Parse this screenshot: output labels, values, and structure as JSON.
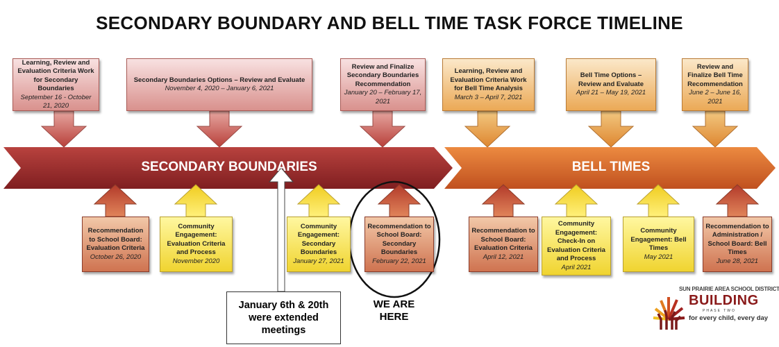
{
  "title": "SECONDARY BOUNDARY AND BELL TIME TASK FORCE TIMELINE",
  "bands": {
    "secondary": "SECONDARY BOUNDARIES",
    "bell": "BELL TIMES"
  },
  "top": [
    {
      "title": "Learning, Review and Evaluation Criteria Work for Secondary Boundaries",
      "date": "September 16 - October 21, 2020"
    },
    {
      "title": "Secondary Boundaries Options – Review and Evaluate",
      "date": "November 4, 2020 – January 6, 2021"
    },
    {
      "title": "Review and Finalize Secondary Boundaries Recommendation",
      "date": "January 20 – February 17, 2021"
    },
    {
      "title": "Learning, Review and Evaluation Criteria Work for Bell Time Analysis",
      "date": "March 3 – April 7, 2021"
    },
    {
      "title": "Bell Time Options – Review and Evaluate",
      "date": "April 21 – May 19, 2021"
    },
    {
      "title": "Review and Finalize Bell Time Recommendation",
      "date": "June 2 – June 16, 2021"
    }
  ],
  "bottom": [
    {
      "title": "Recommendation to School Board: Evaluation Criteria",
      "date": "October 26, 2020"
    },
    {
      "title": "Community Engagement: Evaluation Criteria and Process",
      "date": "November 2020"
    },
    {
      "title": "Community Engagement: Secondary Boundaries",
      "date": "January 27, 2021"
    },
    {
      "title": "Recommendation to School Board: Secondary Boundaries",
      "date": "February 22, 2021"
    },
    {
      "title": "Recommendation to School Board: Evaluation Criteria",
      "date": "April 12, 2021"
    },
    {
      "title": "Community Engagement: Check-In on Evaluation Criteria and Process",
      "date": "April 2021"
    },
    {
      "title": "Community Engagement: Bell Times",
      "date": "May 2021"
    },
    {
      "title": "Recommendation to Administration / School Board: Bell Times",
      "date": "June 28, 2021"
    }
  ],
  "callout": "January 6th & 20th were extended meetings",
  "we_are_here": "WE ARE HERE",
  "logo": {
    "district": "SUN PRAIRIE AREA SCHOOL DISTRICT",
    "name": "BUILDING",
    "phase": "PHASE TWO",
    "tagline": "for every child, every day"
  },
  "colors": {
    "secondary": "#9b2a2a",
    "bell": "#d9652a",
    "red_box": "#cf7350",
    "yellow_box": "#f0d430"
  }
}
